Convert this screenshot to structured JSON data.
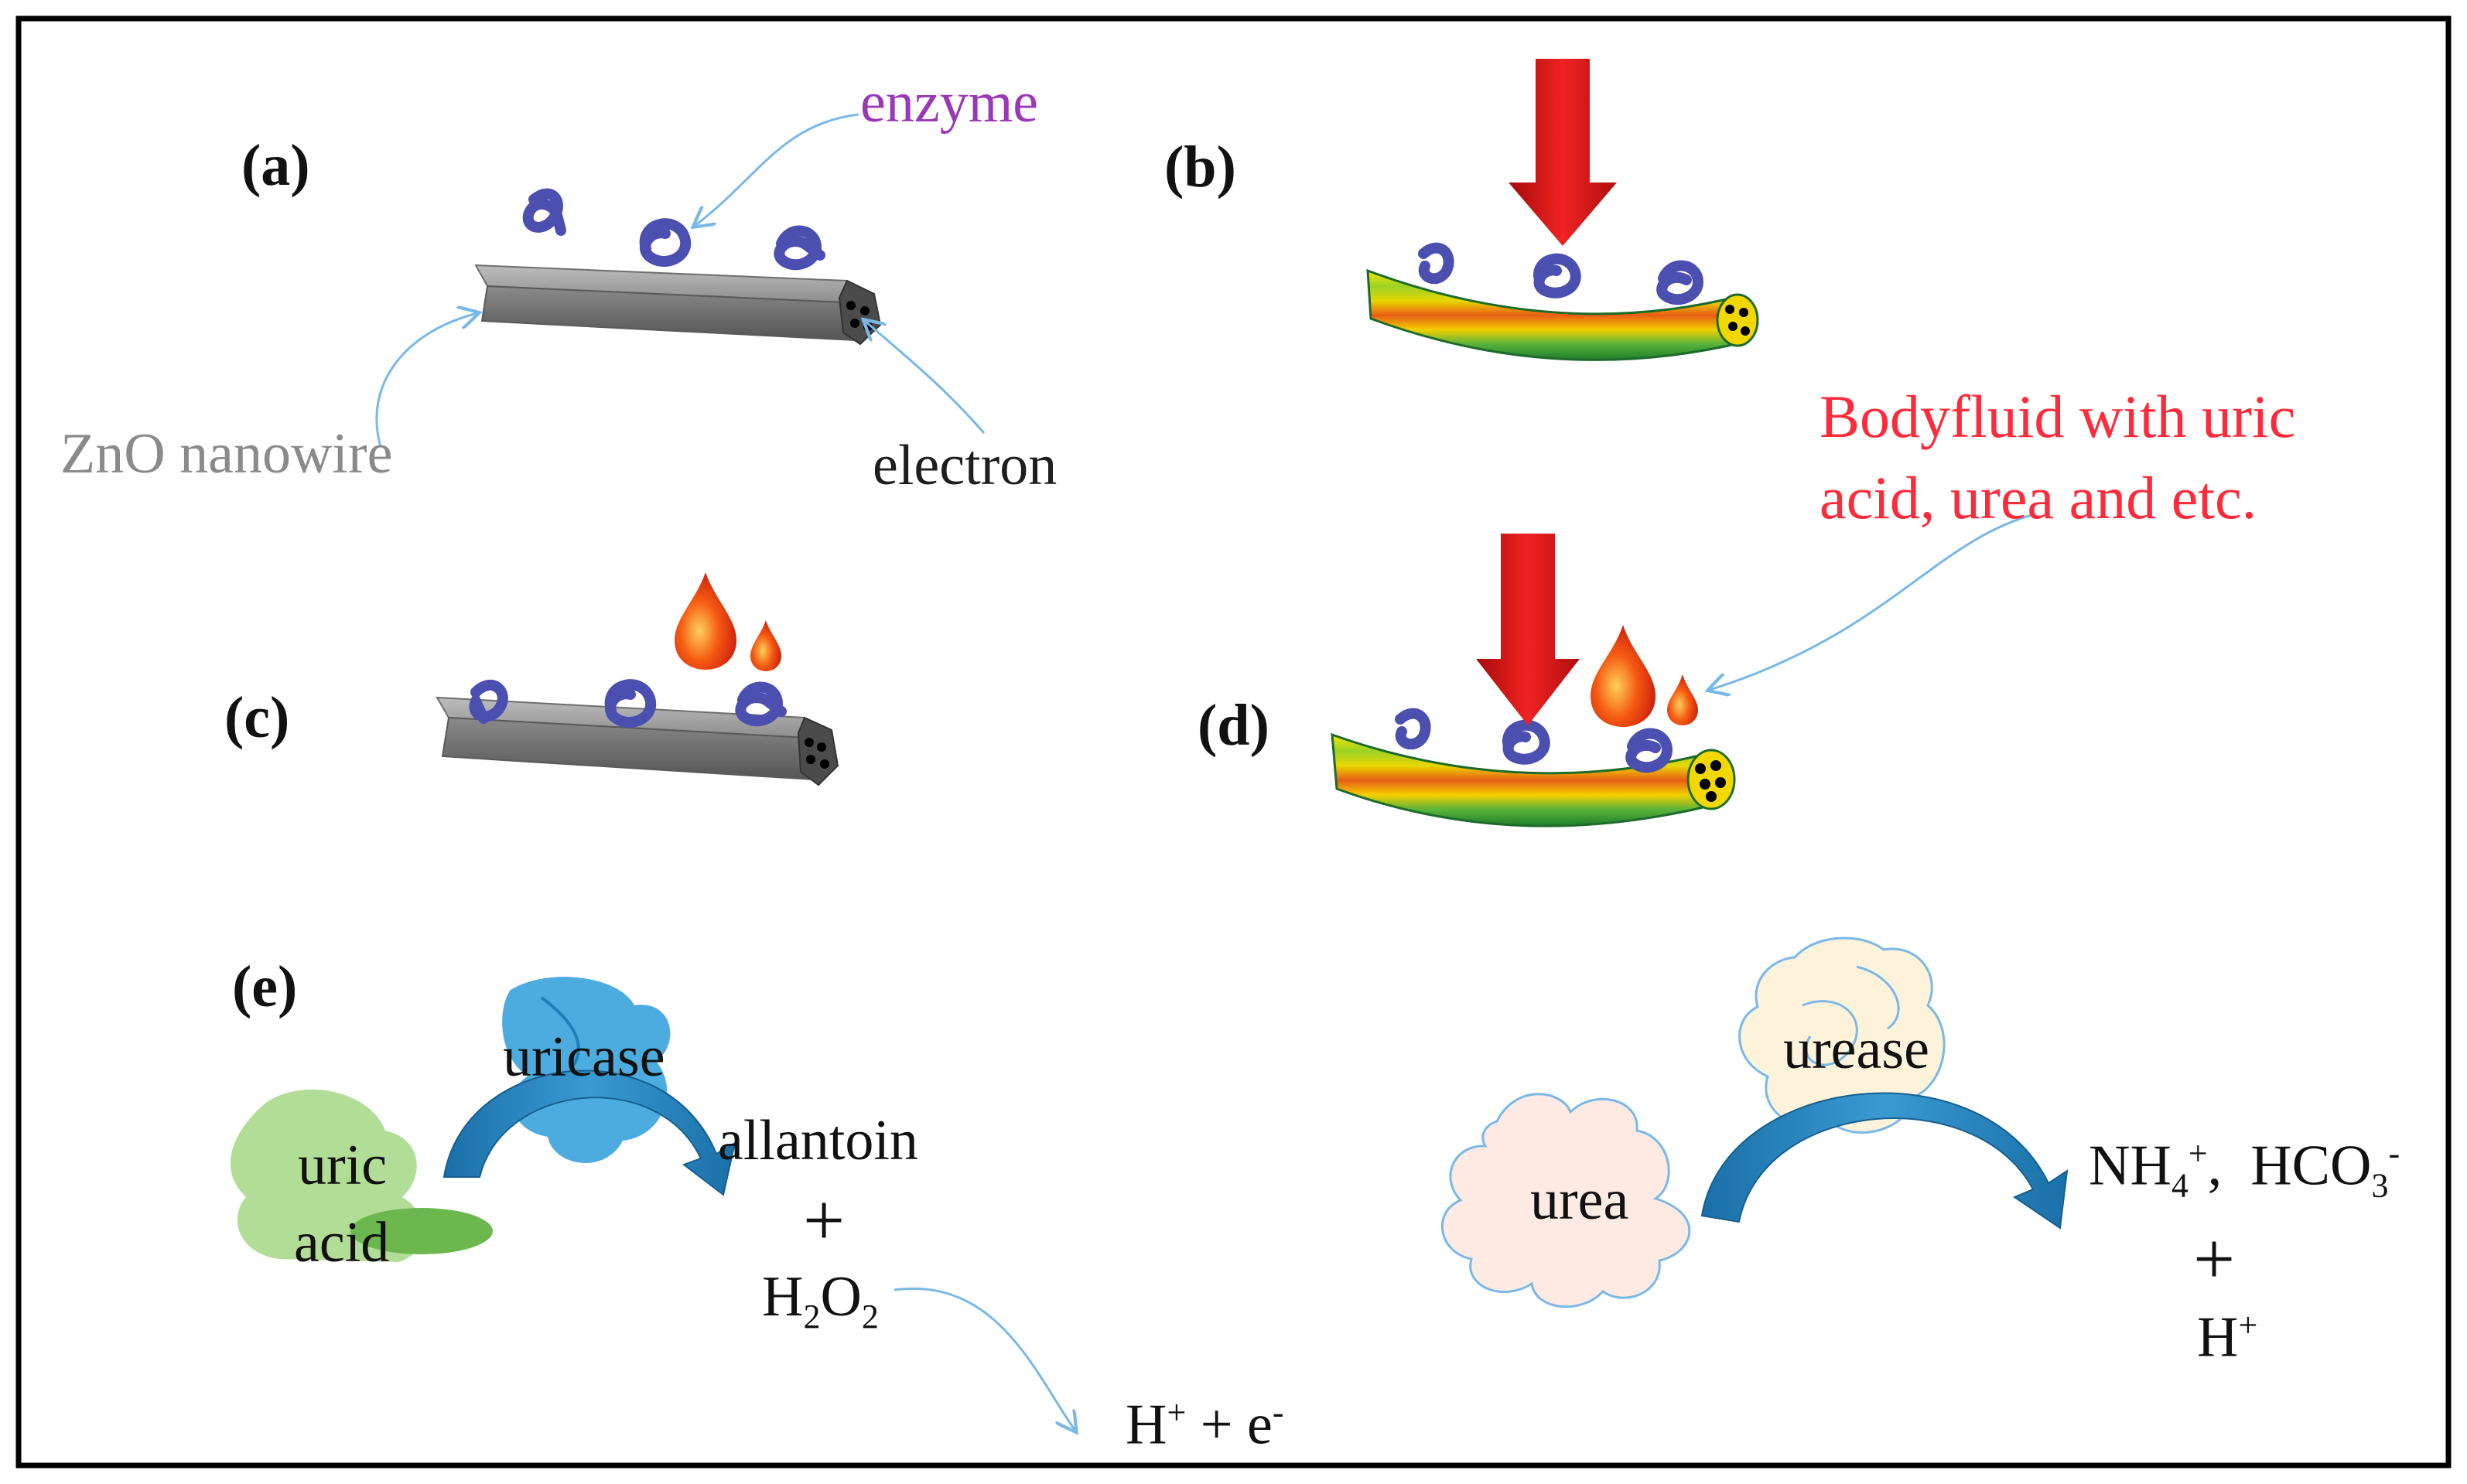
{
  "panels": {
    "a": "(a)",
    "b": "(b)",
    "c": "(c)",
    "d": "(d)",
    "e": "(e)"
  },
  "labels": {
    "enzyme": "enzyme",
    "zno_nanowire": "ZnO nanowire",
    "electron": "electron",
    "bodyfluid_line1": "Bodyfluid with uric",
    "bodyfluid_line2": "acid, urea and etc."
  },
  "reaction_left": {
    "enzyme": "uricase",
    "substrate_line1": "uric",
    "substrate_line2": "acid",
    "product1": "allantoin",
    "plus": "+",
    "h2o2_base": "H",
    "h2o2_sub1": "2",
    "h2o2_mid": "O",
    "h2o2_sub2": "2",
    "final_h": "H",
    "final_h_sup": "+",
    "final_plus_e": " + e",
    "final_e_sup": "-"
  },
  "reaction_right": {
    "enzyme": "urease",
    "substrate": "urea",
    "nh_base": "NH",
    "nh_sup": "+",
    "nh_sub": "4",
    "comma": ",",
    "hco_base": "HCO",
    "hco_sup": "-",
    "hco_sub": "3",
    "plus": "+",
    "h": "H",
    "h_sup": "+"
  },
  "colors": {
    "frame": "#000000",
    "zno_grey": "#8e8e8e",
    "enzyme_blue": "#4b4fb0",
    "arrow_red": "#e01616",
    "label_purple": "#9a38b8",
    "label_red": "#ff2a3a",
    "callout_blue": "#7ab8e6",
    "curve_arrow_blue": "#1f7fb8",
    "uricase_blue": "#3aa3dc",
    "uric_acid_green": "#86c46a",
    "urea_fill": "#fdebe3",
    "urease_fill": "#fdf3da"
  }
}
